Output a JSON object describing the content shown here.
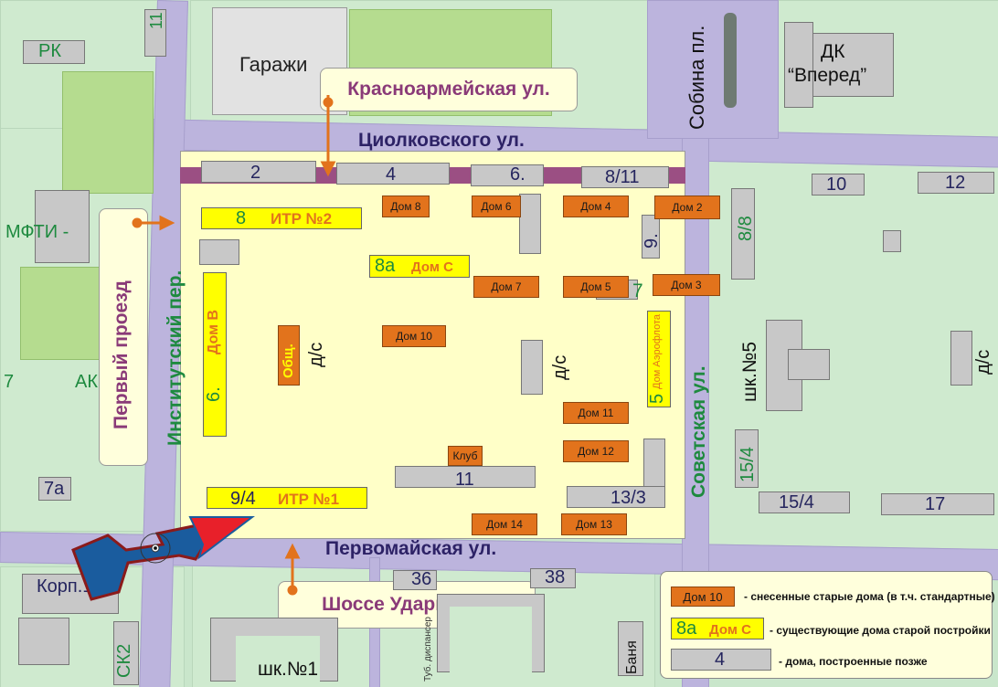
{
  "streets": {
    "tsiolkovskogo": "Циолковского ул.",
    "pervomayskaya": "Первомайская ул.",
    "sovetskaya": "Советская ул.",
    "institutsky": "Институтский пер.",
    "sobina": "Собина пл."
  },
  "callouts": {
    "krasnoarmeyskaya": "Красноармейская ул.",
    "pervy_proezd": "Первый проезд",
    "shosse_udarnikov": "Шоссе Ударников"
  },
  "places": {
    "garazhi": "Гаражи",
    "dk_line1": "ДК",
    "dk_line2": "“Вперед”",
    "rk": "РК",
    "mfti": "МФТИ -",
    "ak": "АК",
    "seven": "7",
    "seven_a": "7а",
    "korp": "Корп.1",
    "sk2": "СК2",
    "shk1": "шк.№1",
    "shk5": "шк.№5",
    "banya": "Баня",
    "tub": "Туб. диспансер",
    "eleven_top": "11"
  },
  "numbers": {
    "n2": "2",
    "n4": "4",
    "n6": "6.",
    "n8_11": "8/11",
    "n10": "10",
    "n12": "12",
    "n8_8": "8/8",
    "n9": "9.",
    "n7": "7",
    "n11": "11",
    "n13_3": "13/3",
    "n15_4a": "15/4",
    "n15_4b": "15/4",
    "n17": "17",
    "n36": "36",
    "n38": "38",
    "ds": "д/с"
  },
  "orange_buildings": {
    "dom8": "Дом 8",
    "dom6": "Дом 6",
    "dom4": "Дом 4",
    "dom2": "Дом 2",
    "dom7": "Дом 7",
    "dom5": "Дом 5",
    "dom3": "Дом 3",
    "dom10": "Дом 10",
    "dom11": "Дом 11",
    "dom12": "Дом 12",
    "dom14": "Дом 14",
    "dom13": "Дом 13",
    "klub": "Клуб",
    "obshch": "Общ.",
    "aeroflot": "Дом Аэрофлота"
  },
  "yellow_buildings": {
    "itr2_num": "8",
    "itr2_name": "ИТР №2",
    "domc_num": "8а",
    "domc_name": "Дом С",
    "domb_num": "6.",
    "domb_name": "Дом В",
    "itr1_num": "9/4",
    "itr1_name": "ИТР №1",
    "aero_num": "5"
  },
  "legend": {
    "item1_label": "Дом 10",
    "item1_text": "- снесенные старые дома (в т.ч. стандартные)",
    "item2_num": "8а",
    "item2_label": "Дом С",
    "item2_text": "- существующие дома старой постройки",
    "item3_label": "4",
    "item3_text": "- дома, построенные позже"
  },
  "colors": {
    "orange": "#e2731c",
    "yellow": "#ffff00",
    "gray": "#c8c8c8",
    "road": "#bcb4dd",
    "quarter": "#ffffc8",
    "arrow_red": "#e8202a",
    "arrow_blue": "#1a5c9e"
  }
}
